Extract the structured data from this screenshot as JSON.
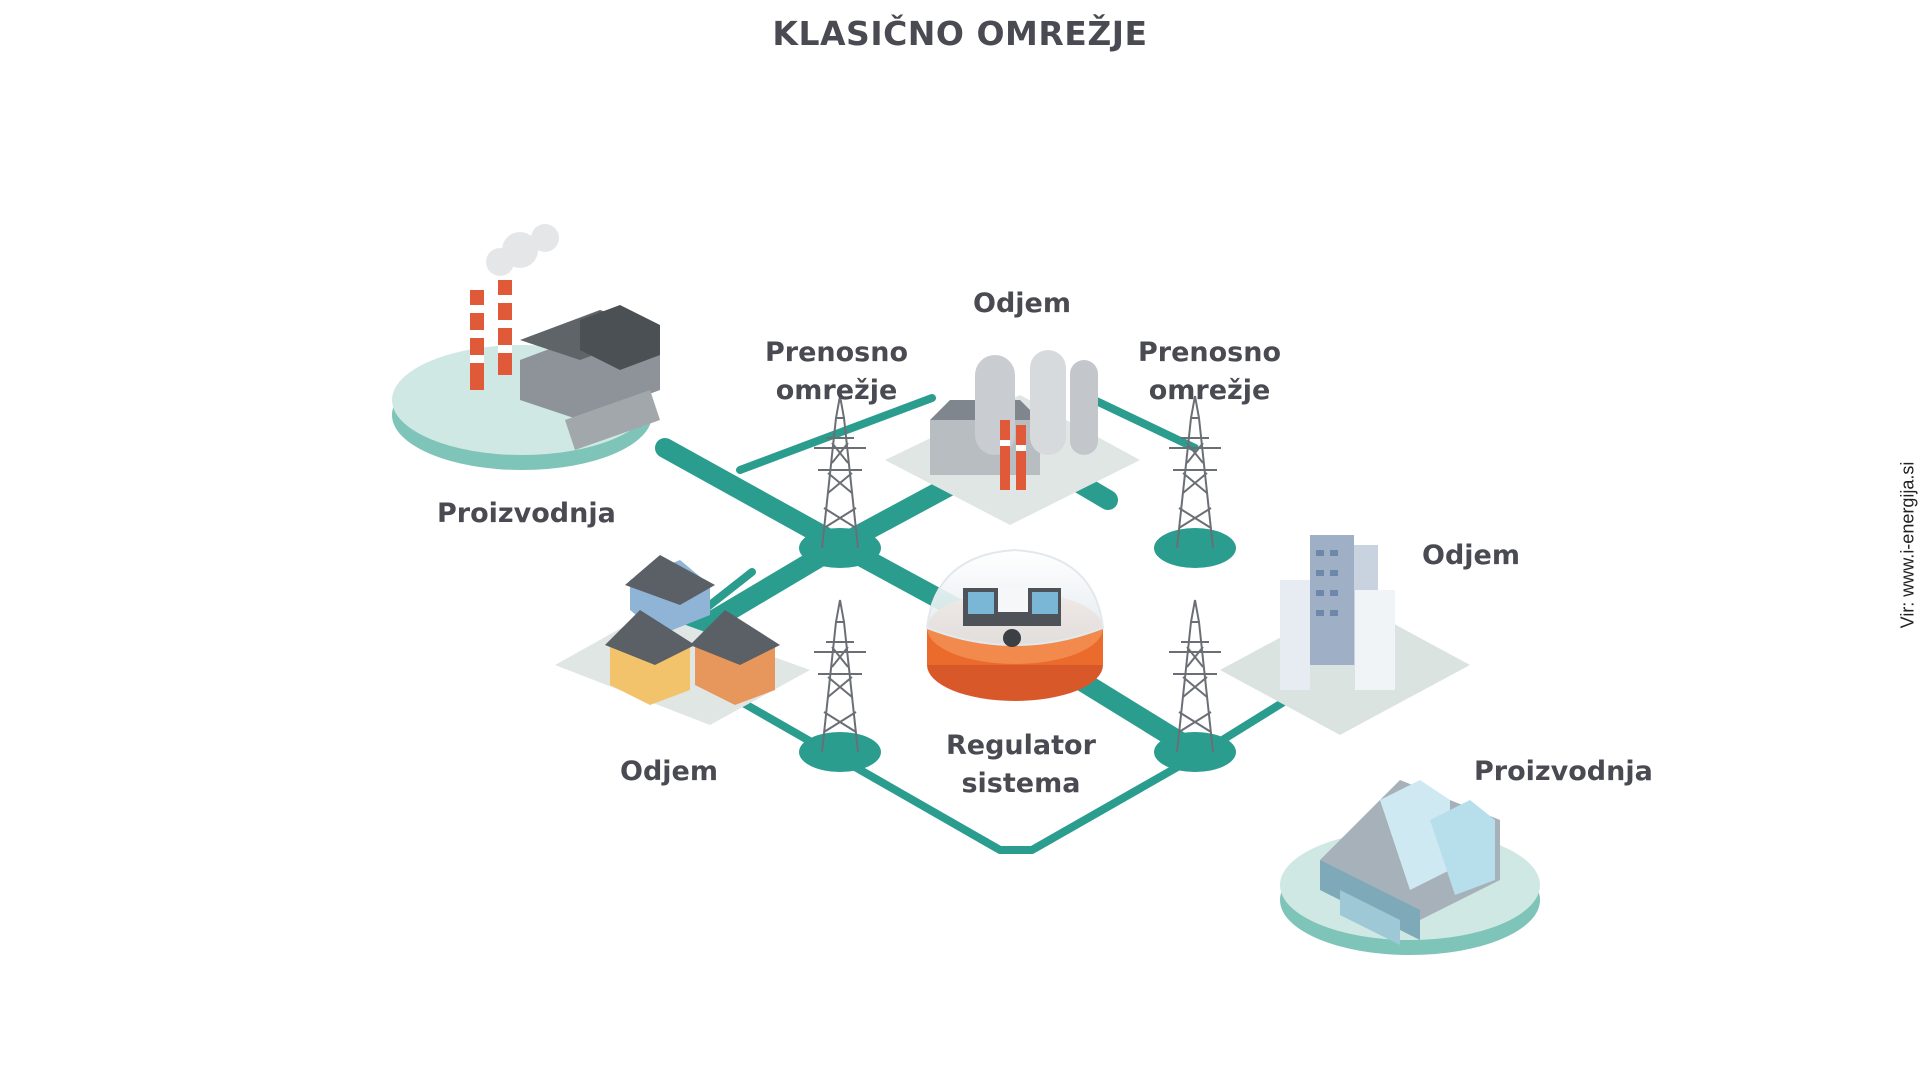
{
  "title": "KLASIČNO OMREŽJE",
  "source": "Vir: www.i-energija.si",
  "colors": {
    "network": "#2a9d8f",
    "regulator": "#ea6b2c",
    "text": "#4a4b52"
  },
  "labels": {
    "production_top": "Proizvodnja",
    "production_bottom": "Proizvodnja",
    "consumption_top": "Odjem",
    "consumption_right": "Odjem",
    "consumption_left": "Odjem",
    "transmission_left_1": "Prenosno",
    "transmission_left_2": "omrežje",
    "transmission_right_1": "Prenosno",
    "transmission_right_2": "omrežje",
    "regulator_1": "Regulator",
    "regulator_2": "sistema"
  }
}
